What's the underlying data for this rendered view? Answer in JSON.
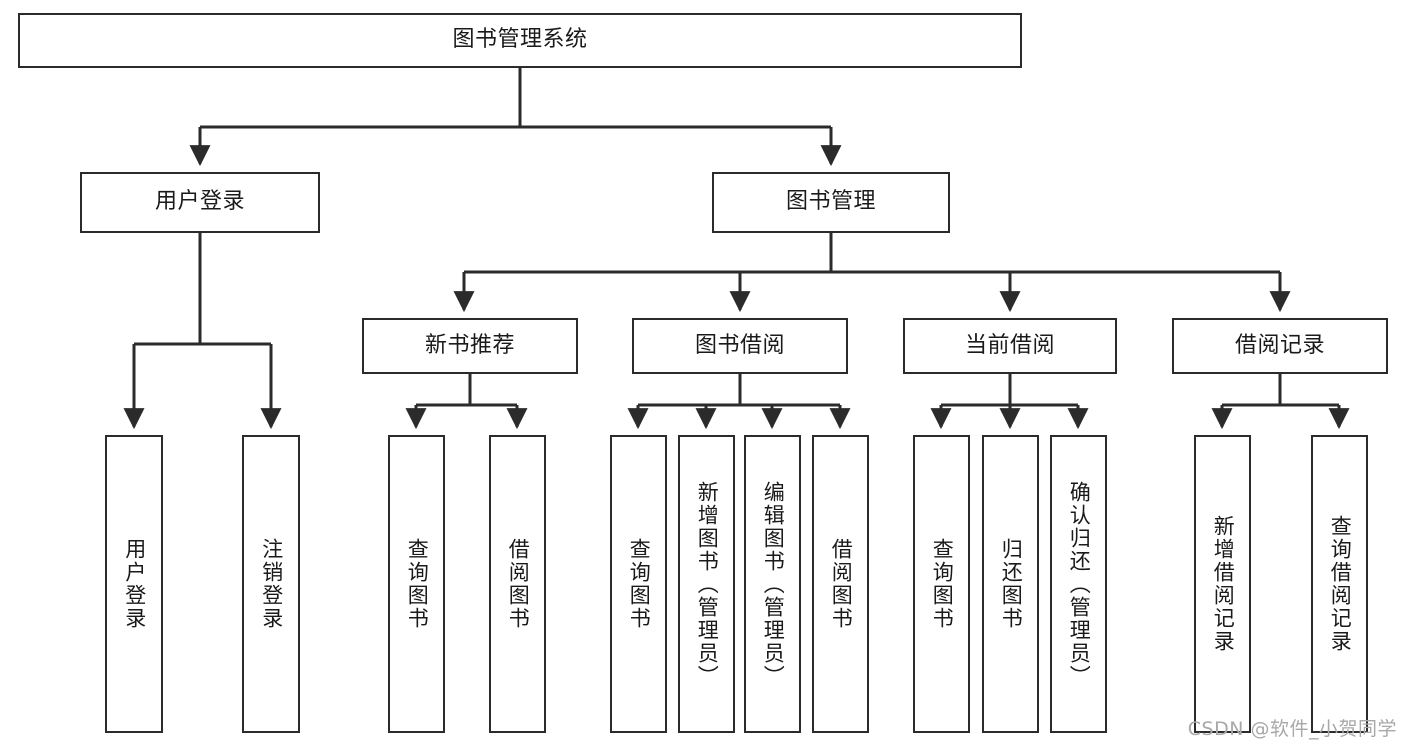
{
  "diagram": {
    "type": "tree-hierarchy",
    "title": "图书管理系统",
    "watermark": "CSDN @软件_小贺同学",
    "colors": {
      "box_border": "#2b2b2b",
      "box_fill": "#ffffff",
      "connector": "#2b2b2b",
      "text": "#1a1a1a",
      "watermark": "#a8a8a8",
      "background": "#ffffff"
    },
    "root": {
      "label": "图书管理系统",
      "orientation": "horizontal"
    },
    "level2": [
      {
        "id": "user-login",
        "label": "用户登录",
        "orientation": "horizontal"
      },
      {
        "id": "book-management",
        "label": "图书管理",
        "orientation": "horizontal"
      }
    ],
    "level3": [
      {
        "id": "new-book-recommend",
        "label": "新书推荐",
        "orientation": "horizontal",
        "parent": "book-management"
      },
      {
        "id": "book-borrow",
        "label": "图书借阅",
        "orientation": "horizontal",
        "parent": "book-management"
      },
      {
        "id": "current-borrow",
        "label": "当前借阅",
        "orientation": "horizontal",
        "parent": "book-management"
      },
      {
        "id": "borrow-record",
        "label": "借阅记录",
        "orientation": "horizontal",
        "parent": "book-management"
      }
    ],
    "leaves": [
      {
        "id": "leaf-user-login",
        "label": "用户登录",
        "orientation": "vertical",
        "parent": "user-login"
      },
      {
        "id": "leaf-user-logout",
        "label": "注销登录",
        "orientation": "vertical",
        "parent": "user-login"
      },
      {
        "id": "leaf-query-book-1",
        "label": "查询图书",
        "orientation": "vertical",
        "parent": "new-book-recommend"
      },
      {
        "id": "leaf-borrow-book-1",
        "label": "借阅图书",
        "orientation": "vertical",
        "parent": "new-book-recommend"
      },
      {
        "id": "leaf-query-book-2",
        "label": "查询图书",
        "orientation": "vertical",
        "parent": "book-borrow"
      },
      {
        "id": "leaf-add-book",
        "label": "新增图书（管理员）",
        "orientation": "vertical",
        "parent": "book-borrow"
      },
      {
        "id": "leaf-edit-book",
        "label": "编辑图书（管理员）",
        "orientation": "vertical",
        "parent": "book-borrow"
      },
      {
        "id": "leaf-borrow-book-2",
        "label": "借阅图书",
        "orientation": "vertical",
        "parent": "book-borrow"
      },
      {
        "id": "leaf-query-book-3",
        "label": "查询图书",
        "orientation": "vertical",
        "parent": "current-borrow"
      },
      {
        "id": "leaf-return-book",
        "label": "归还图书",
        "orientation": "vertical",
        "parent": "current-borrow"
      },
      {
        "id": "leaf-confirm-return",
        "label": "确认归还（管理员）",
        "orientation": "vertical",
        "parent": "current-borrow"
      },
      {
        "id": "leaf-add-record",
        "label": "新增借阅记录",
        "orientation": "vertical",
        "parent": "borrow-record"
      },
      {
        "id": "leaf-query-record",
        "label": "查询借阅记录",
        "orientation": "vertical",
        "parent": "borrow-record"
      }
    ]
  }
}
